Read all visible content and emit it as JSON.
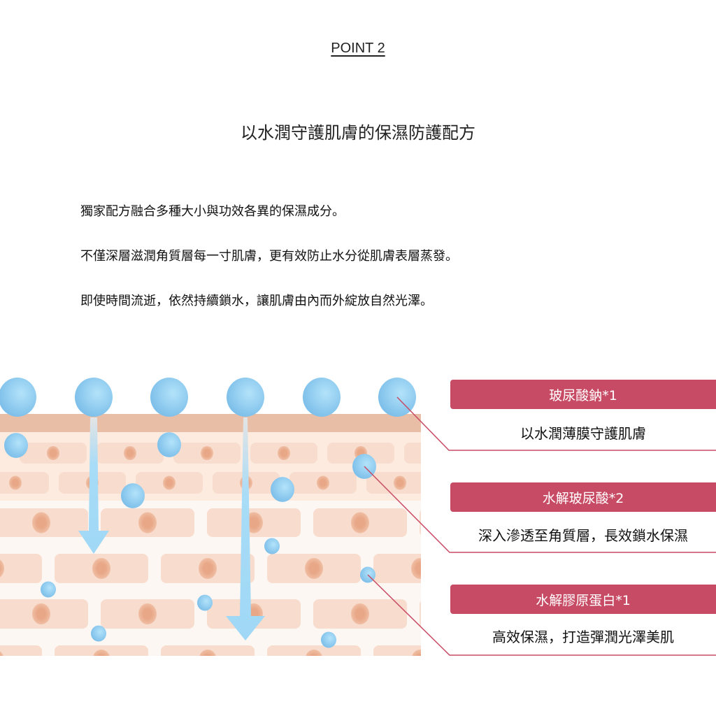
{
  "point_label": "POINT 2",
  "title": "以水潤守護肌膚的保濕防護配方",
  "paragraphs": [
    "獨家配方融合多種大小與功效各異的保濕成分。",
    "不僅深層滋潤角質層每一寸肌膚，更有效防止水分從肌膚表層蒸發。",
    "即使時間流逝，依然持續鎖水，讓肌膚由內而外綻放自然光澤。"
  ],
  "ingredients": [
    {
      "name": "玻尿酸鈉*1",
      "desc": "以水潤薄膜守護肌膚"
    },
    {
      "name": "水解玻尿酸*2",
      "desc": "深入滲透至角質層，長效鎖水保濕"
    },
    {
      "name": "水解膠原蛋白*1",
      "desc": "高效保濕，打造彈潤光澤美肌"
    }
  ],
  "colors": {
    "accent": "#c84b65",
    "bubble": "#7fc0ea",
    "skin_top": "#e9bea6",
    "cell": "#f8dccd",
    "nucleus": "#e8a888"
  }
}
